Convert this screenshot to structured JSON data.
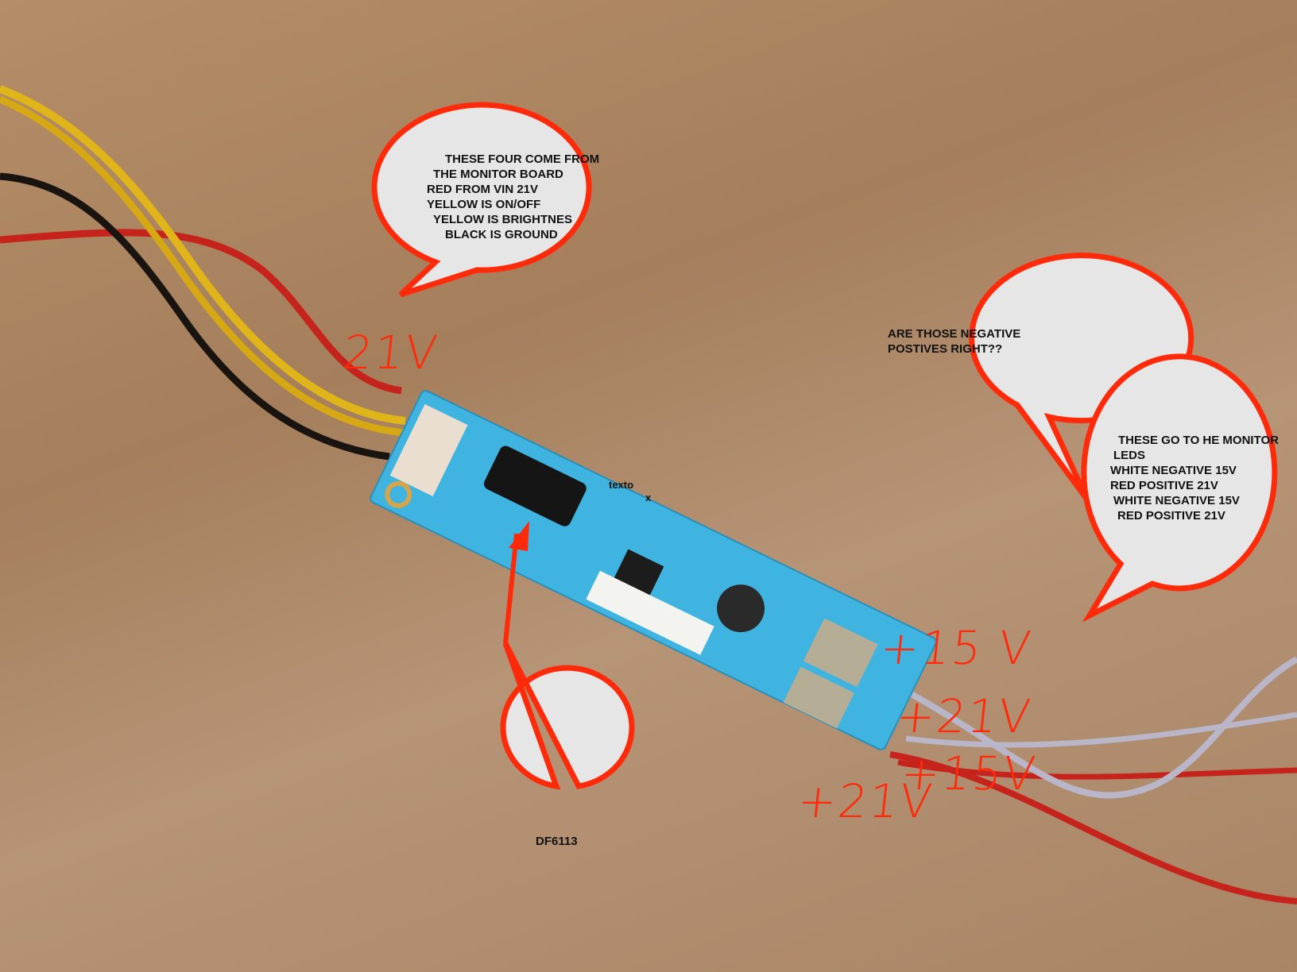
{
  "bubbles": {
    "monitor_board": [
      "THESE FOUR COME FROM",
      "THE MONITOR BOARD",
      "RED FROM VIN 21V",
      "YELLOW IS ON/OFF",
      "YELLOW IS BRIGHTNES",
      "BLACK IS GROUND"
    ],
    "question": [
      "ARE THOSE NEGATIVE",
      "POSTIVES RIGHT??"
    ],
    "leds": [
      "THESE GO TO HE MONITOR",
      "LEDS",
      "WHITE NEGATIVE 15V",
      "RED POSITIVE 21V",
      "WHITE NEGATIVE 15V",
      "RED POSITIVE 21V"
    ],
    "chip": "DF6113"
  },
  "handwritten": {
    "input": "21V",
    "out1": "+15 V",
    "out2": "+21V",
    "out3": "+15V",
    "out4": "+21V"
  },
  "stray": {
    "texto": "texto",
    "x": "x"
  },
  "colors": {
    "annotation": "#ff2a0a",
    "bubble_fill": "#e6e6e6",
    "pcb": "#3fb4e0"
  }
}
